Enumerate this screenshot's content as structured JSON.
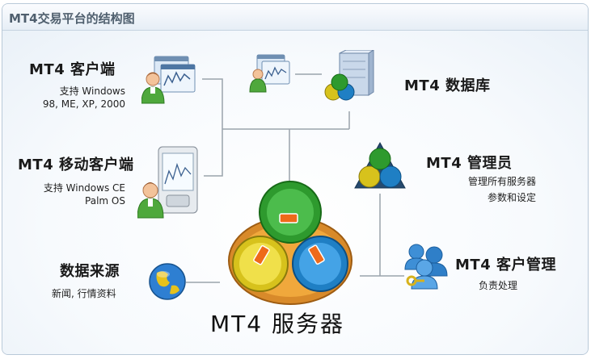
{
  "title": "MT4交易平台的结构图",
  "client": {
    "title": "MT4 客户端",
    "line1": "支持  Windows",
    "line2": "98, ME, XP, 2000"
  },
  "mobile": {
    "title": "MT4 移动客户端",
    "line1": "支持 Windows CE",
    "line2": "Palm OS"
  },
  "database": {
    "title": "MT4 数据库"
  },
  "admin": {
    "title": "MT4 管理员",
    "line1": "管理所有服务器",
    "line2": "参数和设定"
  },
  "manager": {
    "title": "MT4 客户管理",
    "line1": "负责处理"
  },
  "datasource": {
    "title": "数据来源",
    "line1": "新闻, 行情资料"
  },
  "server": {
    "title": "MT4 服务器"
  },
  "colors": {
    "line": "#9aa3ab",
    "green": "#2e9a2e",
    "yellow": "#d7c21c",
    "blue": "#1f7fc4",
    "orange": "#ee6a1a"
  }
}
